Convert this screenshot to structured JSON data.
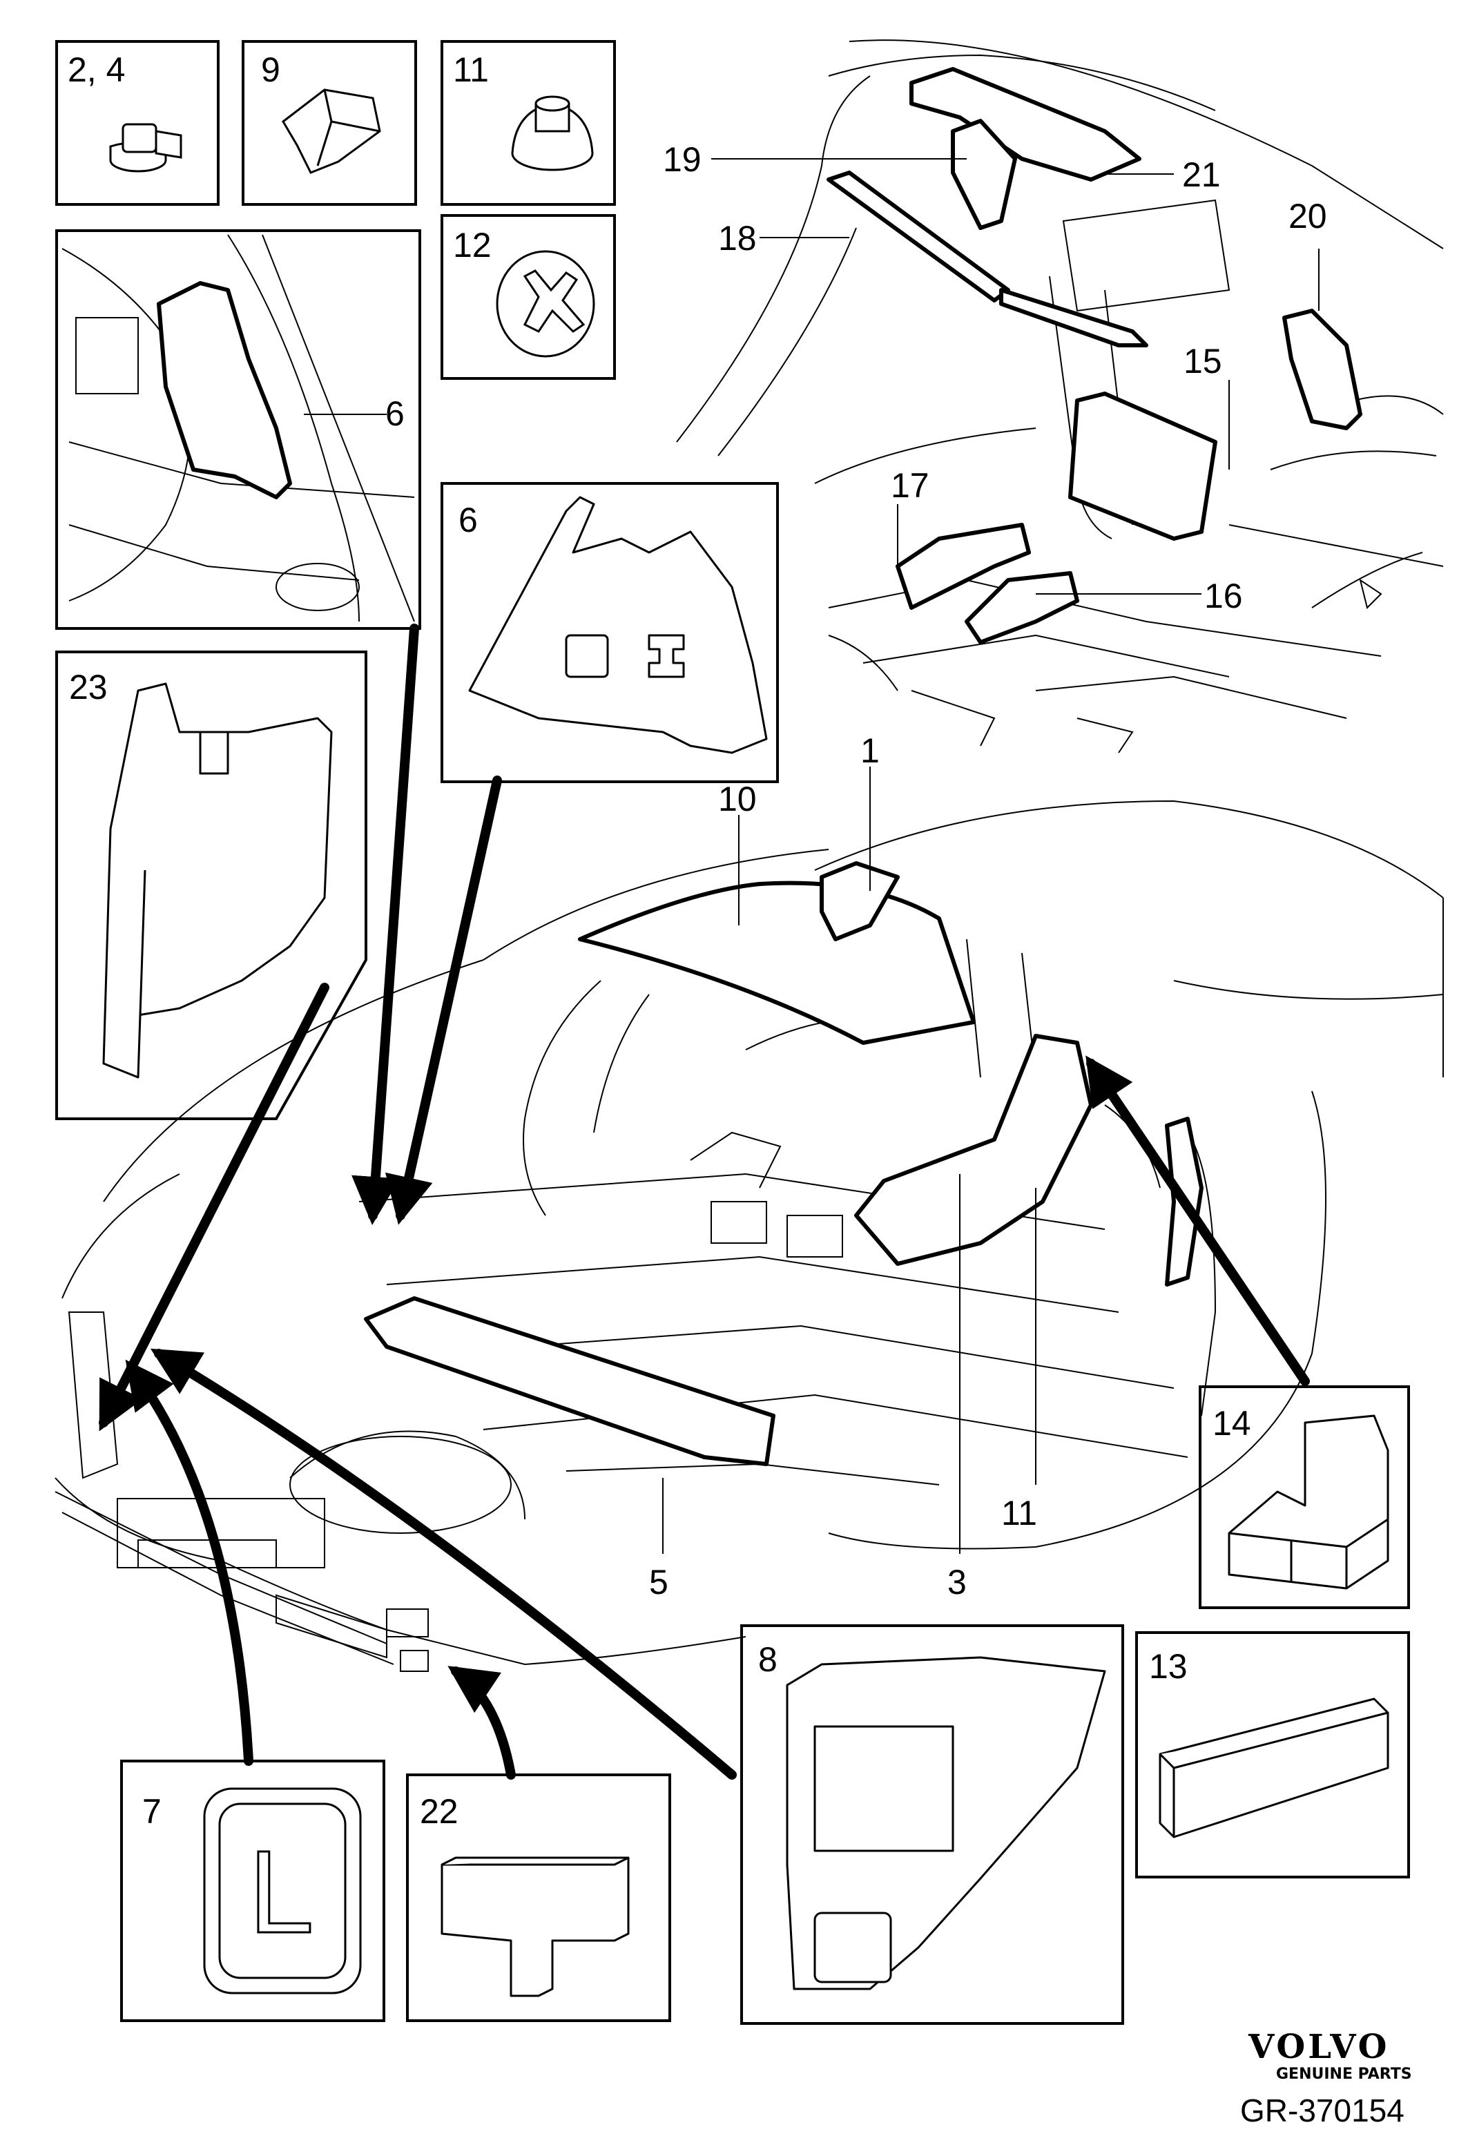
{
  "detail_boxes": [
    {
      "id": "box-2-4",
      "label": "2, 4"
    },
    {
      "id": "box-9",
      "label": "9"
    },
    {
      "id": "box-11",
      "label": "11"
    },
    {
      "id": "box-12",
      "label": "12"
    },
    {
      "id": "box-inset-6",
      "label": "6"
    },
    {
      "id": "box-6",
      "label": "6"
    },
    {
      "id": "box-23",
      "label": "23"
    },
    {
      "id": "box-14",
      "label": "14"
    },
    {
      "id": "box-13",
      "label": "13"
    },
    {
      "id": "box-8",
      "label": "8"
    },
    {
      "id": "box-7",
      "label": "7"
    },
    {
      "id": "box-22",
      "label": "22"
    }
  ],
  "callouts": {
    "c1": "1",
    "c10": "10",
    "c3": "3",
    "c5": "5",
    "c11": "11",
    "c15": "15",
    "c16": "16",
    "c17": "17",
    "c18": "18",
    "c19": "19",
    "c20": "20",
    "c21": "21"
  },
  "plug_letter": "L",
  "brand": {
    "logo": "VOLVO",
    "tagline": "GENUINE PARTS",
    "reference": "GR-370154"
  }
}
